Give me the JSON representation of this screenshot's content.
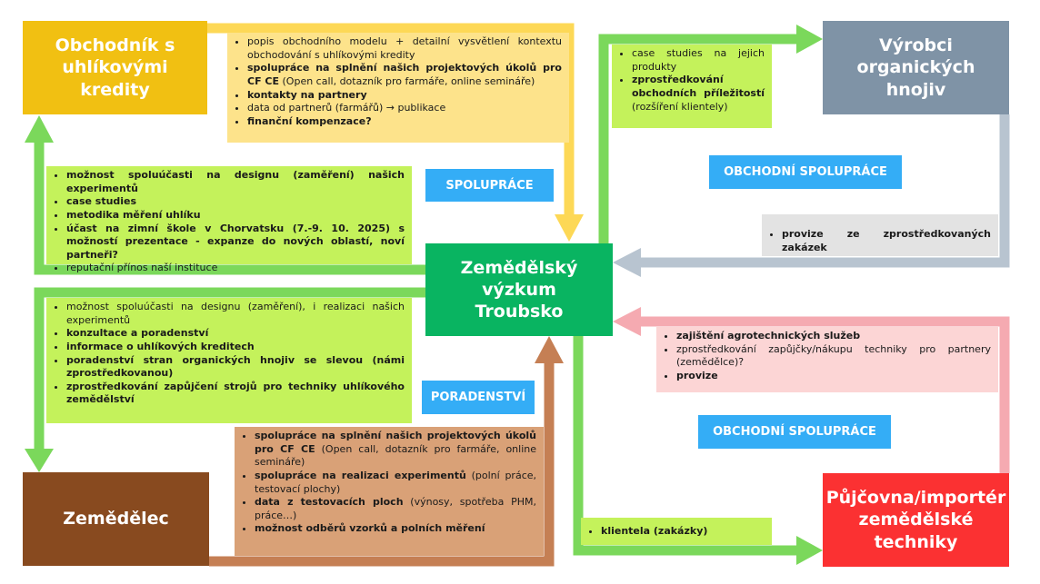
{
  "colors": {
    "trader": "#f1c012",
    "producer": "#7f93a6",
    "center": "#09b461",
    "farmer": "#884a1f",
    "rental": "#fb3132",
    "yellow_arrow": "#fdd856",
    "green_arrow": "#7bd85b",
    "gray_arrow": "#b8c4d0",
    "brown_arrow": "#c57f54",
    "pink_arrow": "#f5aab1",
    "tag": "#34adf6"
  },
  "nodes": {
    "trader": "Obchodník s uhlíkovými kredity",
    "producer": "Výrobci organických hnojiv",
    "center": "Zemědělský výzkum Troubsko",
    "farmer": "Zemědělec",
    "rental": "Půjčovna/importér zemědělské techniky"
  },
  "tags": {
    "spoluprace": "SPOLUPRÁCE",
    "obchodni_top": "OBCHODNÍ SPOLUPRÁCE",
    "poradenstvi": "PORADENSTVÍ",
    "obchodni_bottom": "OBCHODNÍ SPOLUPRÁCE"
  },
  "notes": {
    "trader_to_center": [
      {
        "bold": "",
        "text": "popis obchodního modelu + detailní vysvětlení kontextu obchodování s uhlíkovými kredity"
      },
      {
        "bold": "spolupráce na splnění našich projektových úkolů pro CF CE",
        "text": " (Open call, dotazník pro farmáře, online semináře)"
      },
      {
        "bold": "kontakty na partnery",
        "text": ""
      },
      {
        "bold": "",
        "text": "data od partnerů (farmářů) → publikace"
      },
      {
        "bold": "finanční kompenzace?",
        "text": ""
      }
    ],
    "center_to_trader": [
      {
        "bold": "možnost spoluúčasti na designu (zaměření) našich experimentů",
        "text": ""
      },
      {
        "bold": "case studies",
        "text": ""
      },
      {
        "bold": "metodika měření uhlíku",
        "text": ""
      },
      {
        "bold": "účast na zimní škole v Chorvatsku (7.-9. 10. 2025) s možností prezentace - expanze do nových oblastí, noví partneři?",
        "text": ""
      },
      {
        "bold": "",
        "text": "reputační přínos naší instituce"
      }
    ],
    "center_to_producer": [
      {
        "bold": "",
        "text": "case studies na jejich produkty"
      },
      {
        "bold": "zprostředkování obchodních příležitostí",
        "text": " (rozšíření klientely)"
      }
    ],
    "producer_to_center": [
      {
        "bold": "provize ze zprostředkovaných zakázek",
        "text": ""
      }
    ],
    "center_to_farmer": [
      {
        "bold": "",
        "text": "možnost spoluúčasti na designu (zaměření), i realizaci našich experimentů"
      },
      {
        "bold": "konzultace a poradenství",
        "text": ""
      },
      {
        "bold": "informace o uhlíkových kreditech",
        "text": ""
      },
      {
        "bold": "poradenství stran organických hnojiv se slevou (námi zprostředkovanou)",
        "text": ""
      },
      {
        "bold": "zprostředkování zapůjčení strojů pro techniky uhlíkového zemědělství",
        "text": ""
      }
    ],
    "farmer_to_center": [
      {
        "bold": "spolupráce na splnění našich projektových úkolů pro CF CE",
        "text": " (Open call, dotazník pro farmáře, online semináře)"
      },
      {
        "bold": "spolupráce na realizaci experimentů",
        "text": " (polní práce, testovací plochy)"
      },
      {
        "bold": "data z testovacích ploch",
        "text": " (výnosy, spotřeba PHM, práce…)"
      },
      {
        "bold": "možnost odběrů vzorků a polních měření",
        "text": ""
      }
    ],
    "rental_to_center": [
      {
        "bold": "zajištění agrotechnických služeb",
        "text": ""
      },
      {
        "bold": "",
        "text": "zprostředkování zapůjčky/nákupu techniky pro partnery (zemědělce)?"
      },
      {
        "bold": "provize",
        "text": ""
      }
    ],
    "center_to_rental": [
      {
        "bold": "klientela (zakázky)",
        "text": ""
      }
    ]
  }
}
